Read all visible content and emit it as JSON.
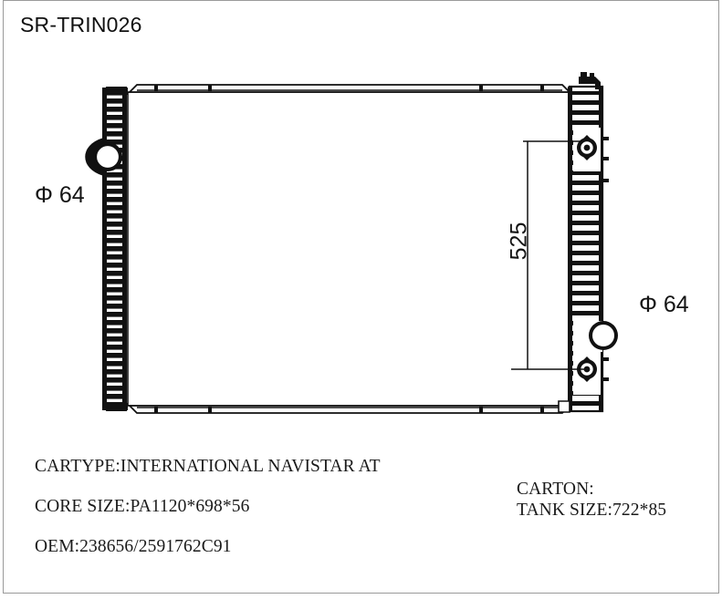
{
  "document": {
    "title": "SR-TRIN026",
    "type": "radiator-technical-drawing"
  },
  "dimensions": {
    "inlet_left": "Φ 64",
    "outlet_right": "Φ 64",
    "mount_spacing": "525"
  },
  "specs": {
    "cartype": "CARTYPE:INTERNATIONAL NAVISTAR AT",
    "core_size": "CORE SIZE:PA1120*698*56",
    "oem": "OEM:238656/2591762C91",
    "carton": "CARTON:",
    "tank_size": "TANK SIZE:722*85"
  },
  "colors": {
    "line": "#111111",
    "frame": "#9a9a9a",
    "fill": "#ffffff",
    "text": "#1a1a1a"
  }
}
